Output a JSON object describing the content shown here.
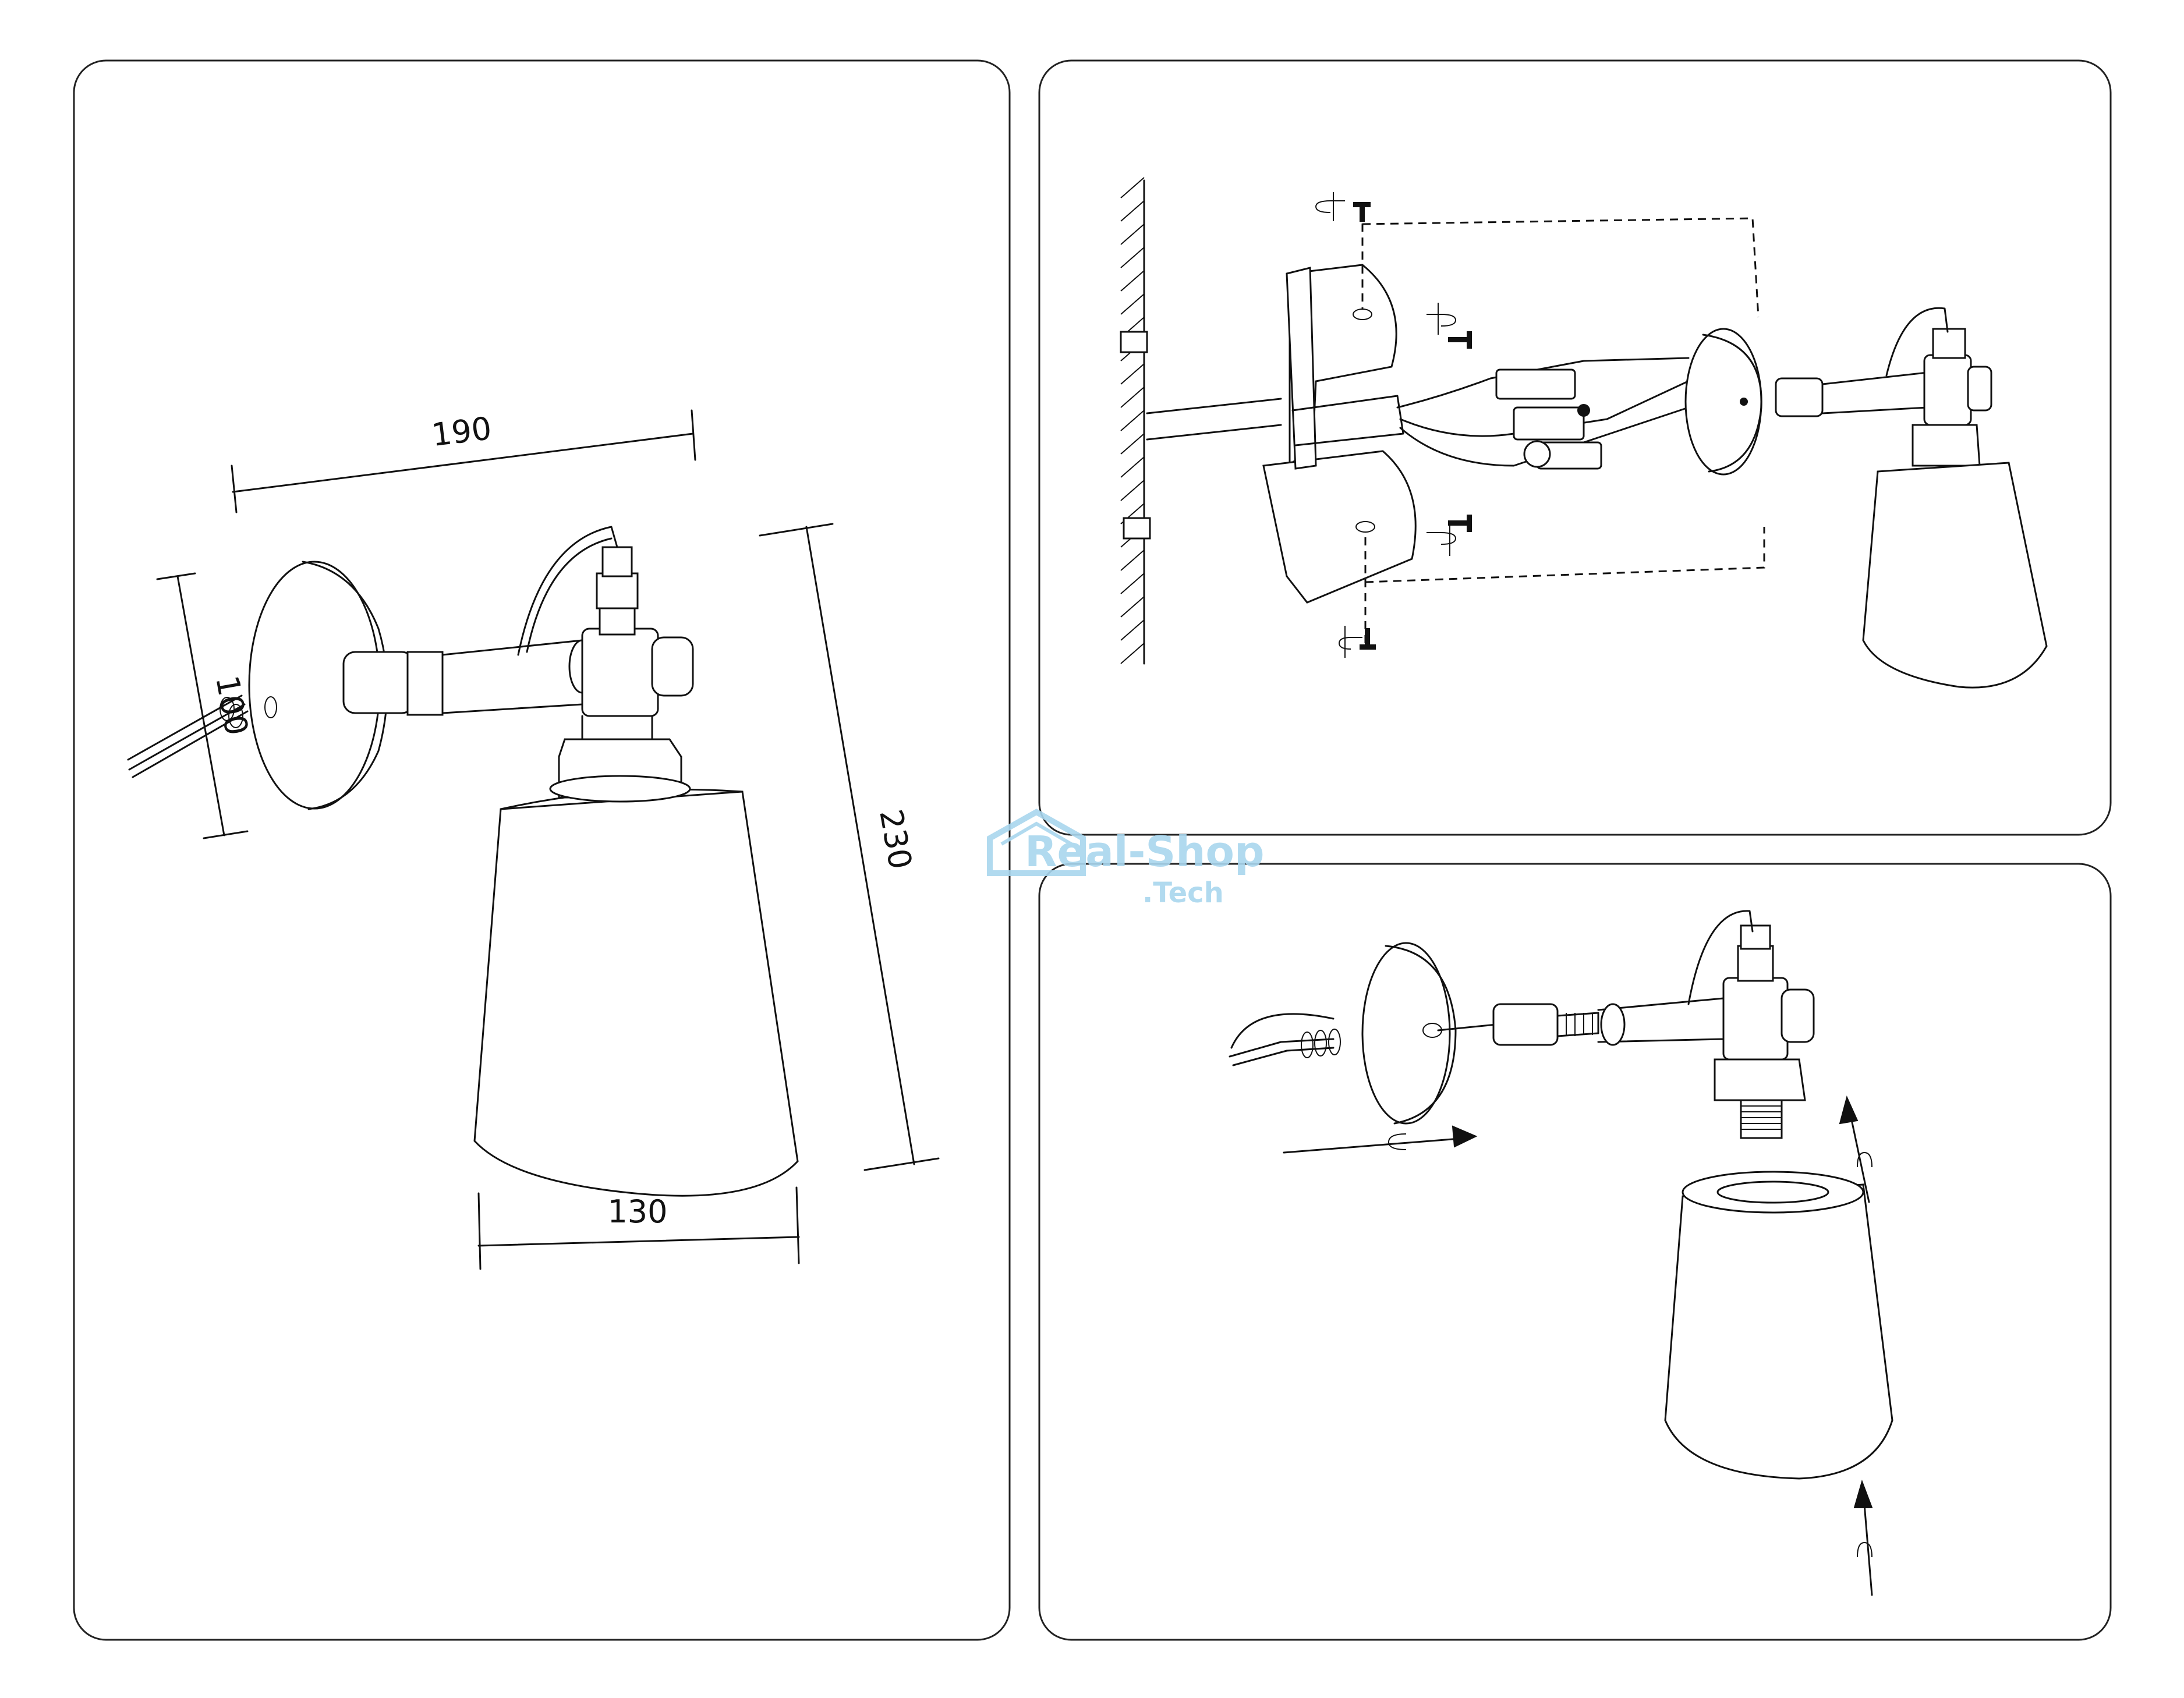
{
  "dimensions": {
    "width_label": "190",
    "diameter_label": "100",
    "height_label": "230",
    "shade_label": "130"
  },
  "watermark": {
    "brand": "Real-Shop",
    "suffix": ".Tech",
    "color": "#a9d6ee"
  },
  "colors": {
    "line": "#111111",
    "panel_border": "#222222",
    "background": "#ffffff"
  }
}
